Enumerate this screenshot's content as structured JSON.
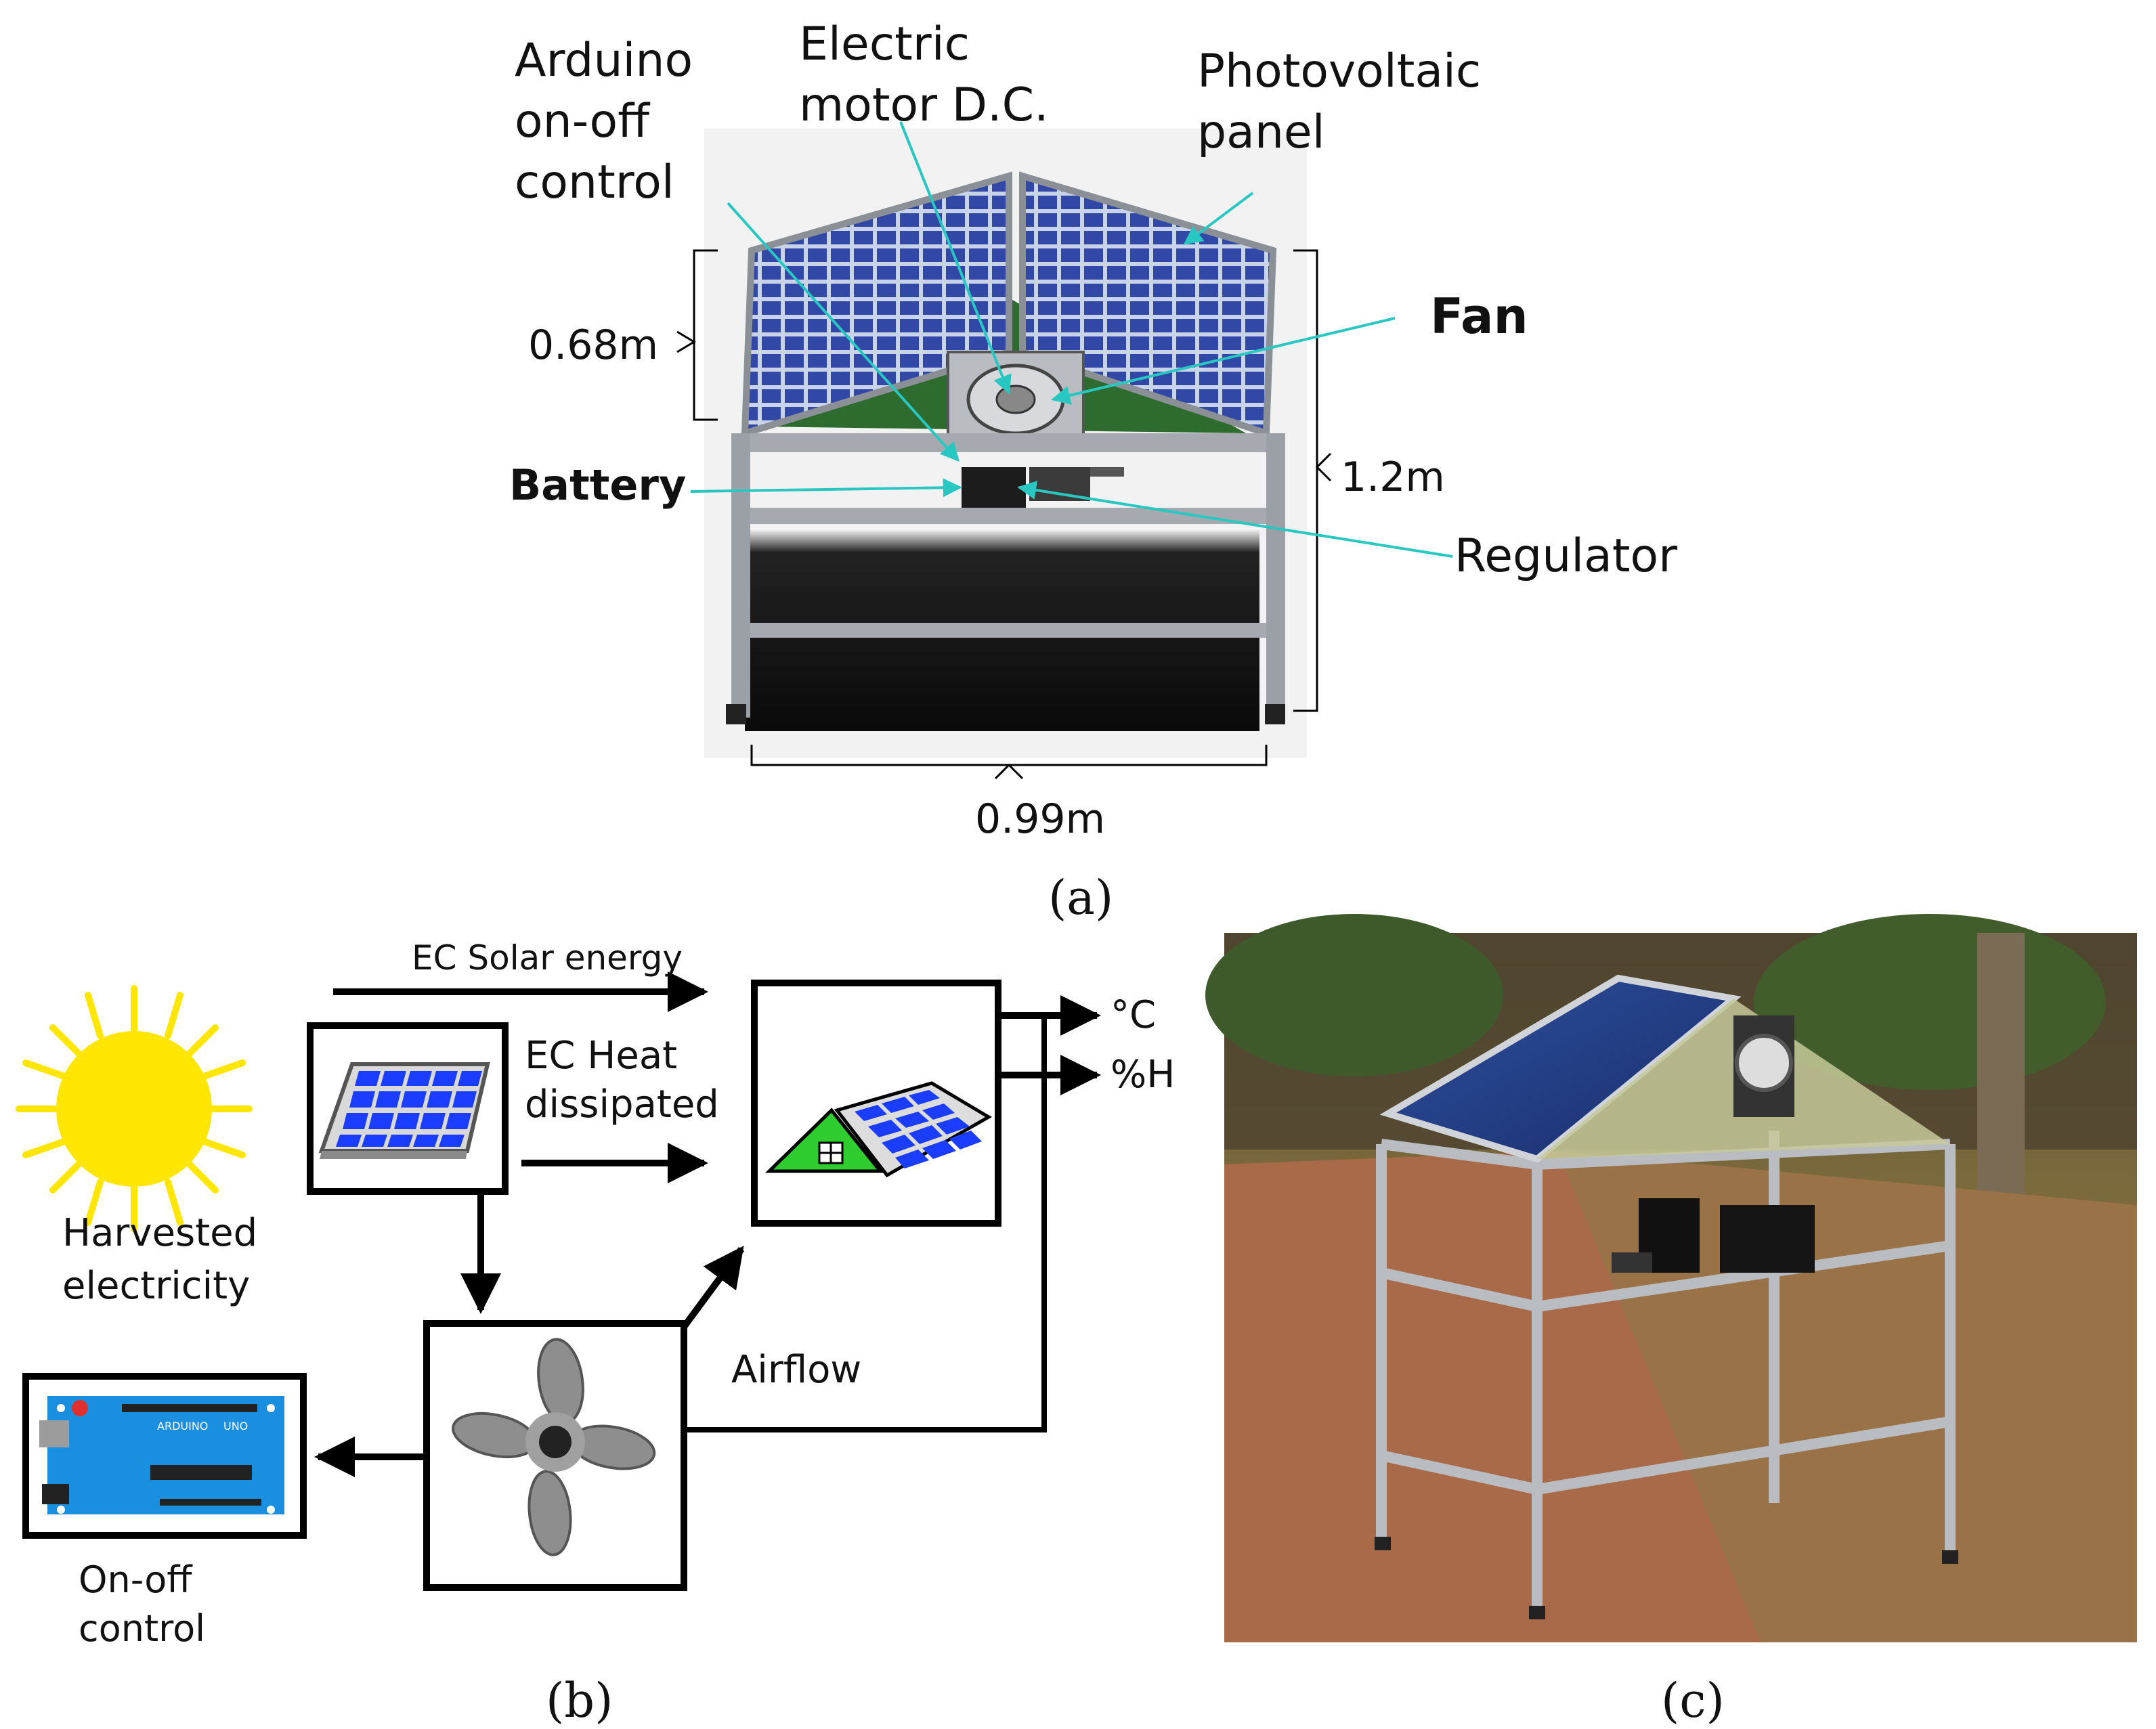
{
  "panel_a": {
    "caption": "(a)",
    "labels": {
      "arduino": [
        "Arduino",
        "on-off",
        "control"
      ],
      "motor": [
        "Electric",
        "motor D.C."
      ],
      "pv": [
        "Photovoltaic",
        "panel"
      ],
      "fan": "Fan",
      "battery": "Battery",
      "regulator": "Regulator",
      "dim_height_left": "0.68m",
      "dim_height_right": "1.2m",
      "dim_width": "0.99m"
    },
    "colors": {
      "leader": "#29c7c2",
      "panel": "#2f4fa8",
      "roof_fill": "#2e6b2e",
      "frame": "#9aa0a6"
    }
  },
  "panel_b": {
    "caption": "(b)",
    "labels": {
      "solar": "EC Solar energy",
      "heat": [
        "EC Heat",
        "dissipated"
      ],
      "harvested": [
        "Harvested",
        "electricity"
      ],
      "airflow": "Airflow",
      "temp": "°C",
      "humidity": "%H",
      "onoff": [
        "On-off",
        "control"
      ],
      "board_brand": "ARDUINO",
      "board_model": "UNO"
    },
    "colors": {
      "sun": "#ffe600",
      "cell": "#1a3dff",
      "roof_green": "#2ecc2e",
      "board": "#1a8fe0",
      "fan": "#8e8e8e"
    }
  },
  "panel_c": {
    "caption": "(c)"
  }
}
